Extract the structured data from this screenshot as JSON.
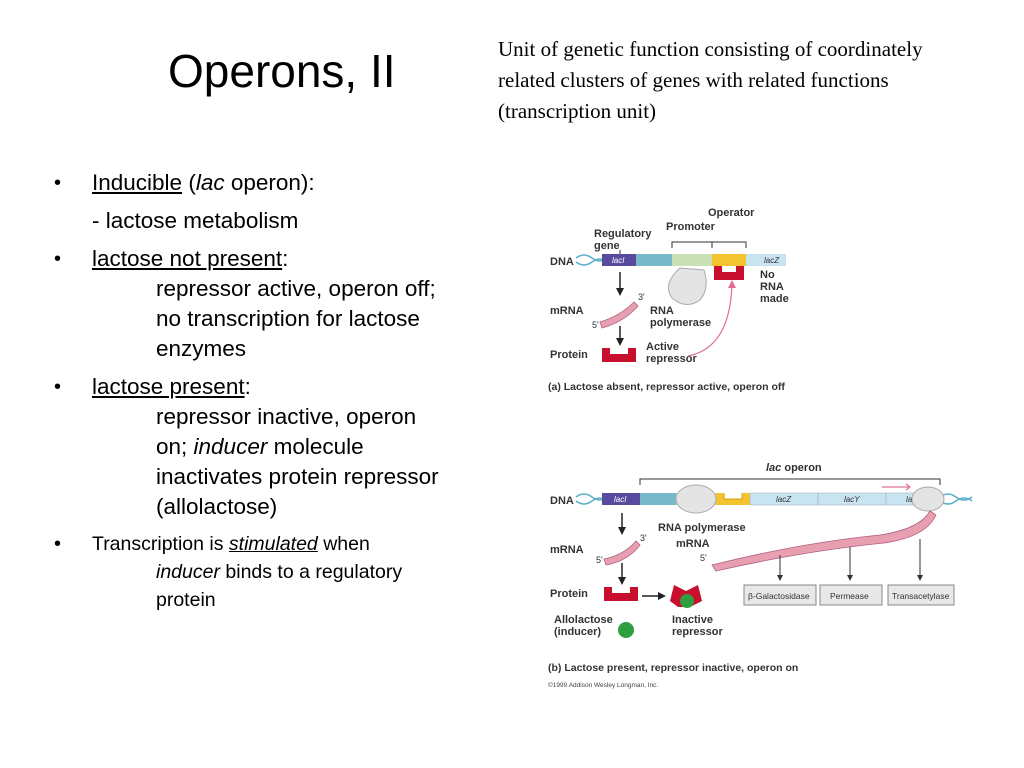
{
  "slide": {
    "title": "Operons, II",
    "definition": "Unit of genetic function consisting of coordinately related clusters of genes with related functions (transcription unit)"
  },
  "bullets": {
    "b1": {
      "underlined": "Inducible",
      "open": "(",
      "italic": "lac",
      "rest": " operon):",
      "sub": "- lactose metabolism"
    },
    "b2": {
      "underlined": "lactose not present",
      "colon": ":",
      "line1": "repressor active, operon off;",
      "line2": "no transcription for lactose",
      "line3": "enzymes"
    },
    "b3": {
      "underlined": "lactose present",
      "colon": ":",
      "line1": "repressor inactive, operon",
      "line2a": "on; ",
      "line2i": "inducer",
      "line2b": " molecule",
      "line3": "inactivates protein repressor",
      "line4": "(allolactose)"
    },
    "b4": {
      "pre": "Transcription is ",
      "underlined_italic": "stimulated",
      "post": " when",
      "line2i": "inducer",
      "line2b": " binds to a regulatory",
      "line3": "protein"
    }
  },
  "figure_a": {
    "operator": "Operator",
    "promoter": "Promoter",
    "regulatory_gene_1": "Regulatory",
    "regulatory_gene_2": "gene",
    "dna": "DNA",
    "lacI": "lacI",
    "lacZ": "lacZ",
    "no": "No",
    "rna": "RNA",
    "made": "made",
    "three_prime": "3'",
    "five_prime": "5'",
    "mrna": "mRNA",
    "rna_pol_1": "RNA",
    "rna_pol_2": "polymerase",
    "protein": "Protein",
    "active_1": "Active",
    "active_2": "repressor",
    "caption": "(a) Lactose absent, repressor active, operon off"
  },
  "figure_b": {
    "lac_operon": "lac",
    "lac_operon_rest": " operon",
    "dna": "DNA",
    "lacI": "lacI",
    "lacZ": "lacZ",
    "lacY": "lacY",
    "lacA": "lacA",
    "three_prime": "3'",
    "five_prime": "5'",
    "mrna_left": "mRNA",
    "rna_polymerase": "RNA polymerase",
    "mrna_right": "mRNA",
    "five_prime_right": "5'",
    "protein": "Protein",
    "allolactose_1": "Allolactose",
    "allolactose_2": "(inducer)",
    "inactive_1": "Inactive",
    "inactive_2": "repressor",
    "enzyme1": "β-Galactosidase",
    "enzyme2": "Permease",
    "enzyme3": "Transacetylase",
    "caption": "(b) Lactose present, repressor inactive, operon on",
    "copyright": "©1999 Addison Wesley Longman, Inc."
  },
  "colors": {
    "lacI_purple": "#5a4a9e",
    "dna_teal": "#78b8c8",
    "promoter_green": "#c8e0b4",
    "operator_yellow": "#f4c430",
    "repressor_red": "#c8102e",
    "mrna_pink": "#e8a0b0",
    "inducer_green": "#2e9e3e",
    "gene_blue": "#c8e4f0"
  }
}
